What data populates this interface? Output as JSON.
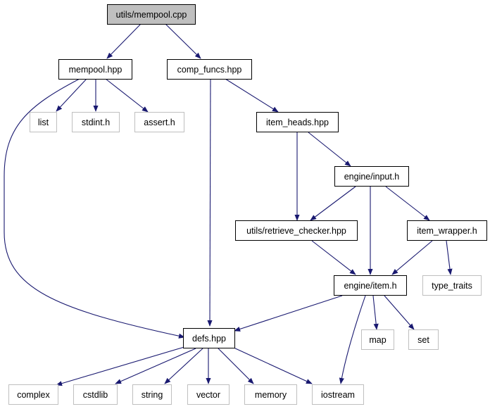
{
  "graph": {
    "nodes": {
      "mempool_cpp": "utils/mempool.cpp",
      "mempool_hpp": "mempool.hpp",
      "comp_funcs": "comp_funcs.hpp",
      "list": "list",
      "stdint": "stdint.h",
      "assert": "assert.h",
      "item_heads": "item_heads.hpp",
      "engine_input": "engine/input.h",
      "retrieve_checker": "utils/retrieve_checker.hpp",
      "item_wrapper": "item_wrapper.h",
      "engine_item": "engine/item.h",
      "type_traits": "type_traits",
      "defs": "defs.hpp",
      "map": "map",
      "set": "set",
      "complex": "complex",
      "cstdlib": "cstdlib",
      "string": "string",
      "vector": "vector",
      "memory": "memory",
      "iostream": "iostream"
    },
    "edge_color": "#191970",
    "root_fill": "#bfbfbf",
    "external_border": "#bfbfbf"
  }
}
